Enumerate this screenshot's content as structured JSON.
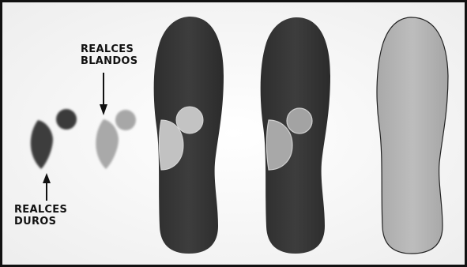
{
  "labels": {
    "soft": {
      "line1": "REALCES",
      "line2": "BLANDOS"
    },
    "hard": {
      "line1": "REALCES",
      "line2": "DUROS"
    }
  },
  "colors": {
    "insole_dark": "#3a3a3a",
    "insole_light": "#b9b9b9",
    "hard_pad": "#3c3c3c",
    "soft_pad": "#a9a9a9",
    "border": "#111111",
    "background": "#fafafa"
  },
  "icons": [
    "arrow-down-icon",
    "arrow-up-icon"
  ]
}
